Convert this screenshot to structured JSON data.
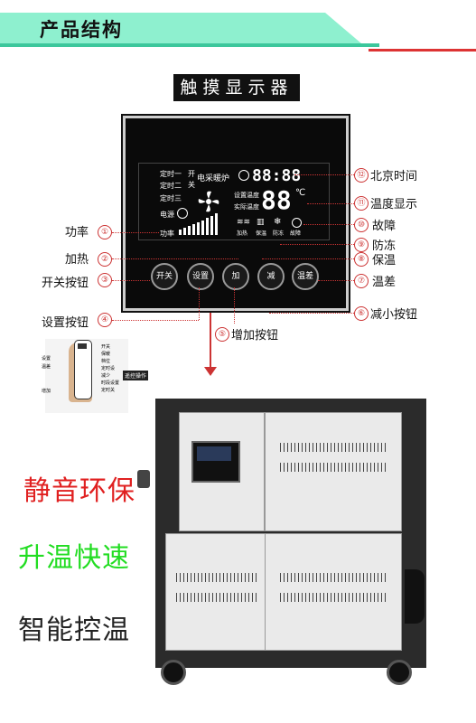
{
  "header": {
    "title": "产品结构"
  },
  "display_title": "触摸显示器",
  "lcd": {
    "timers": [
      "定时一",
      "定时二",
      "定时三"
    ],
    "switch": "开 关",
    "power_source": "电源",
    "power_rate": "功率",
    "heater_label": "电采暖炉",
    "time_value": "88:88",
    "set_temp_label": "设置温度",
    "actual_temp_label": "实际温度",
    "temp_value": "88",
    "temp_unit": "℃",
    "heating": "加热",
    "insulation": "保温",
    "antifreeze": "防冻",
    "fault": "故障"
  },
  "buttons": [
    "开关",
    "设置",
    "加",
    "减",
    "温差"
  ],
  "callouts": {
    "c1": {
      "num": "①",
      "text": "功率"
    },
    "c2": {
      "num": "②",
      "text": "加热"
    },
    "c3": {
      "num": "③",
      "text": "开关按钮"
    },
    "c4": {
      "num": "④",
      "text": "设置按钮"
    },
    "c5": {
      "num": "⑤",
      "text": "增加按钮"
    },
    "c6": {
      "num": "⑥",
      "text": "减小按钮"
    },
    "c7": {
      "num": "⑦",
      "text": "温差"
    },
    "c8": {
      "num": "⑧",
      "text": "保温"
    },
    "c9": {
      "num": "⑨",
      "text": "防冻"
    },
    "c10": {
      "num": "⑩",
      "text": "故障"
    },
    "c11": {
      "num": "⑪",
      "text": "温度显示"
    },
    "c12": {
      "num": "⑫",
      "text": "北京时间"
    }
  },
  "remote": {
    "caption": "遥控操作",
    "left_labels": [
      "设置",
      "温差",
      "增加"
    ],
    "right_labels": [
      "开关",
      "保暖",
      "档位",
      "定时设",
      "减少",
      "时段设置",
      "定时关"
    ]
  },
  "slogans": [
    {
      "text": "静音环保",
      "color": "#e02020"
    },
    {
      "text": "升温快速",
      "color": "#22dd22"
    },
    {
      "text": "智能控温",
      "color": "#222222"
    }
  ]
}
